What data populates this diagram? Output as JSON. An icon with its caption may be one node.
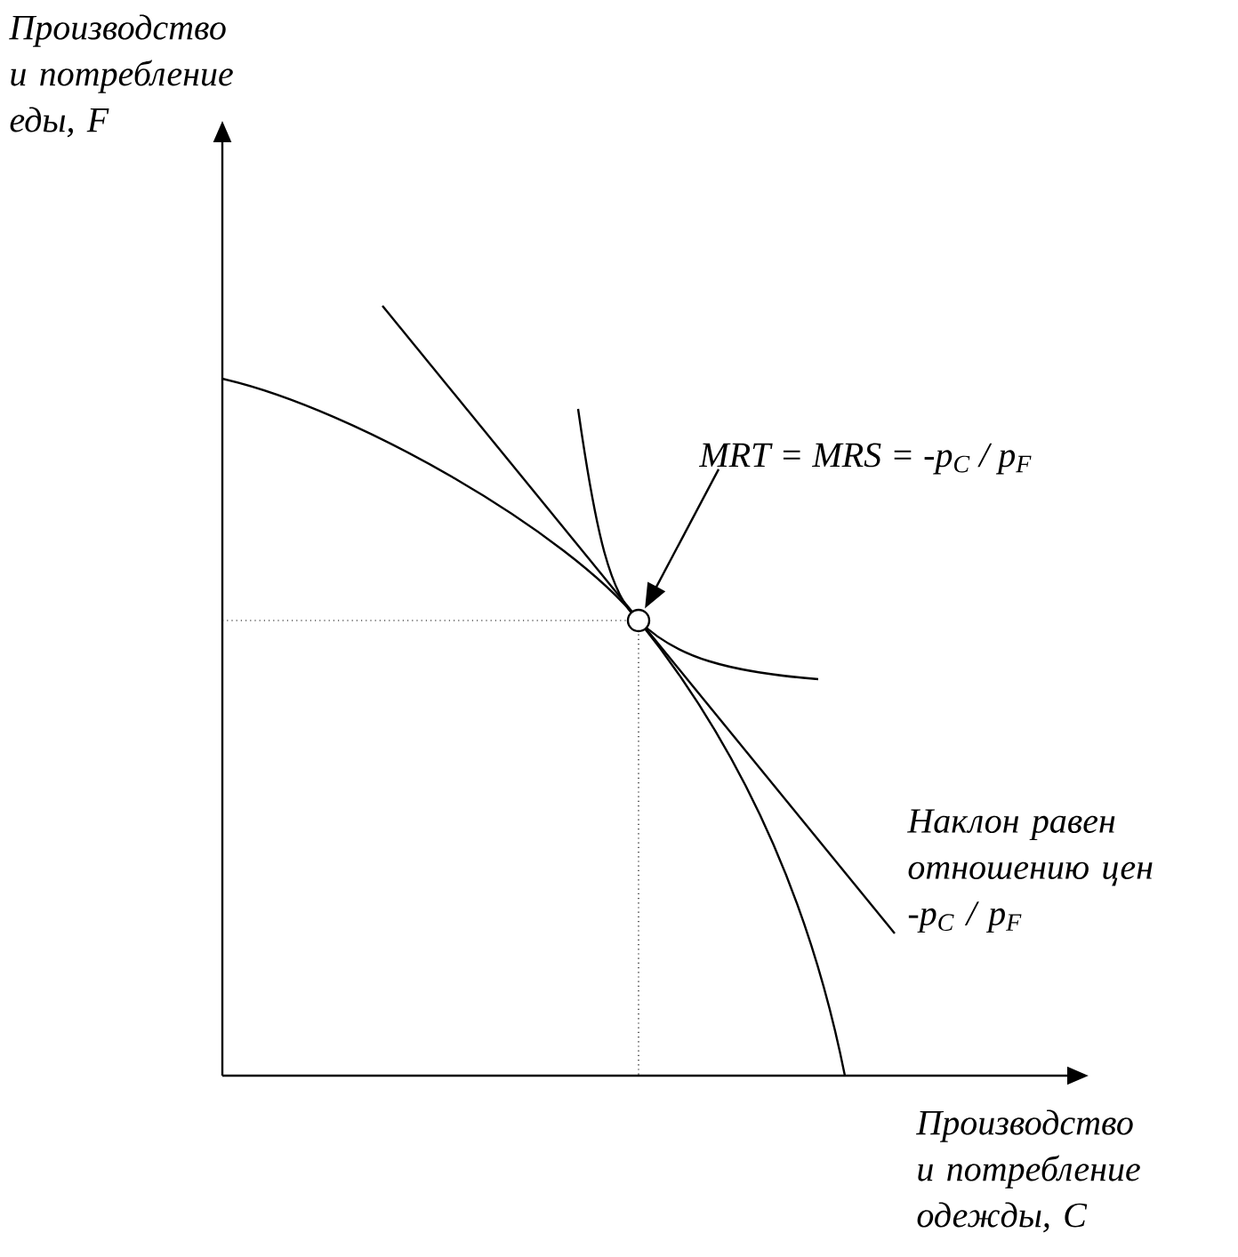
{
  "diagram": {
    "nodes": [
      {
        "text": [
          "MRT = MRS = -p$_{C}$ / p$_{F}$"
        ]
      },
      {
        "text": [],
        "shape": "circle"
      }
    ],
    "edges": [
      {
        "from": 0,
        "to": 1,
        "arrow": "to"
      }
    ],
    "labels": [
      "Производство и потребление еды, F",
      "Наклон равен отношению цен -p$_{C}$ / p$_{F}$",
      "Производство и потребление одежды, C"
    ]
  }
}
